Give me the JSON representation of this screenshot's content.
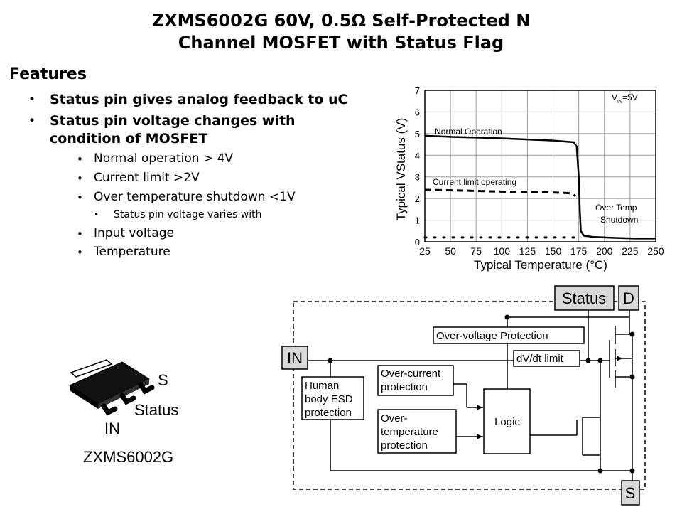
{
  "title": {
    "line1": "ZXMS6002G 60V, 0.5Ω Self-Protected N",
    "line2": "Channel MOSFET with Status Flag"
  },
  "features": {
    "heading": "Features",
    "bullets": [
      {
        "line1": "Status pin gives analog feedback to uC"
      },
      {
        "line1": "Status pin voltage changes with",
        "line2": "condition of MOSFET"
      }
    ],
    "sub_bullets": [
      "Normal operation > 4V",
      "Current limit >2V",
      "Over temperature shutdown <1V"
    ],
    "sub_sub_bullet": "Status pin voltage varies with",
    "sub_bullets_2": [
      "Input voltage",
      "Temperature"
    ],
    "bullet_glyph": "•"
  },
  "chart_data": {
    "type": "line",
    "xlabel": "Typical Temperature (°C)",
    "ylabel": "Typical VStatus (V)",
    "xlim": [
      25,
      250
    ],
    "ylim": [
      0,
      7
    ],
    "xticks": [
      25,
      50,
      75,
      100,
      125,
      150,
      175,
      200,
      225,
      250
    ],
    "yticks": [
      0,
      1,
      2,
      3,
      4,
      5,
      6,
      7
    ],
    "grid": true,
    "condition": {
      "main": "V",
      "sub": "IN",
      "rest": "=5V"
    },
    "annotations": {
      "normal": "Normal Operation",
      "current_limit": "Current limit operating",
      "over_temp_1": "Over Temp",
      "over_temp_2": "Shutdown"
    },
    "series": [
      {
        "style": "solid",
        "x": [
          25,
          50,
          75,
          100,
          125,
          150,
          170,
          173,
          175,
          176,
          177,
          180,
          190,
          210,
          230,
          250
        ],
        "y": [
          4.9,
          4.85,
          4.82,
          4.78,
          4.73,
          4.68,
          4.6,
          4.4,
          3.0,
          1.5,
          0.5,
          0.28,
          0.22,
          0.18,
          0.15,
          0.15
        ]
      },
      {
        "style": "dashed",
        "x": [
          25,
          50,
          75,
          100,
          125,
          150,
          165,
          170,
          172
        ],
        "y": [
          2.4,
          2.38,
          2.35,
          2.32,
          2.3,
          2.28,
          2.25,
          2.18,
          2.1
        ]
      },
      {
        "style": "dotted",
        "x": [
          25,
          50,
          75,
          100,
          125,
          150,
          172
        ],
        "y": [
          0.2,
          0.2,
          0.2,
          0.2,
          0.2,
          0.2,
          0.2
        ]
      }
    ]
  },
  "package": {
    "pin_s": "S",
    "pin_status": "Status",
    "pin_in": "IN",
    "part": "ZXMS6002G"
  },
  "block": {
    "status": "Status",
    "d": "D",
    "in": "IN",
    "s": "S",
    "ovp": "Over-voltage Protection",
    "dvdt": "dV/dt limit",
    "esd": [
      "Human",
      "body ESD",
      "protection"
    ],
    "occ": [
      "Over-current",
      "protection"
    ],
    "otp": [
      "Over-",
      "temperature",
      "protection"
    ],
    "logic": "Logic"
  }
}
